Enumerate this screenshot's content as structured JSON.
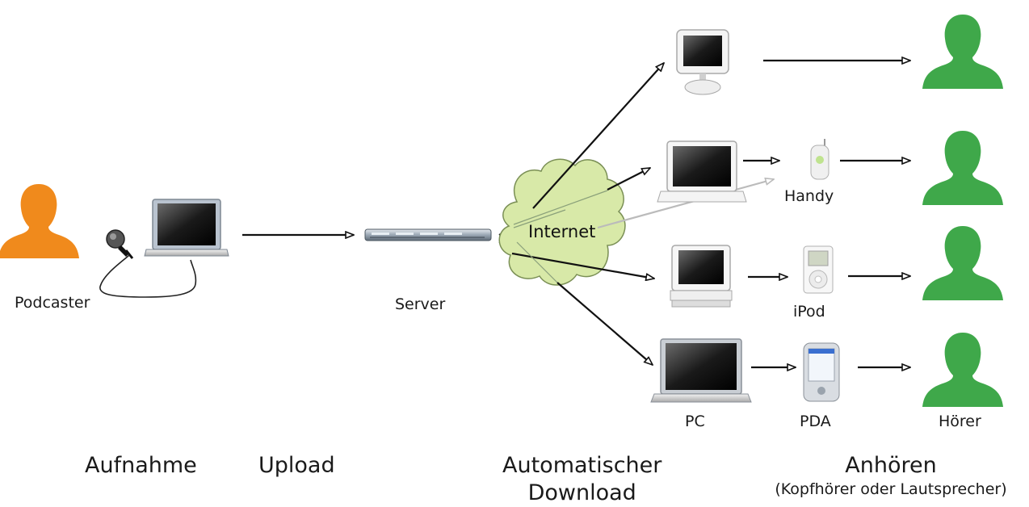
{
  "labels": {
    "podcaster": "Podcaster",
    "server": "Server",
    "internet": "Internet",
    "handy": "Handy",
    "ipod": "iPod",
    "pc": "PC",
    "pda": "PDA",
    "hoerer": "Hörer"
  },
  "stages": {
    "aufnahme": "Aufnahme",
    "upload": "Upload",
    "download_line1": "Automatischer",
    "download_line2": "Download",
    "anhoeren": "Anhören",
    "anhoeren_sub": "(Kopfhörer oder Lautsprecher)"
  },
  "colors": {
    "podcaster": "#f08a1c",
    "listener": "#3fa84a",
    "cloud_fill": "#d8e9a8",
    "cloud_stroke": "#7a8f55",
    "arrow": "#111111"
  },
  "icons": [
    "person-icon",
    "microphone-icon",
    "laptop-icon",
    "server-icon",
    "cloud-icon",
    "imac-icon",
    "ibook-icon",
    "mobile-phone-icon",
    "ipod-icon",
    "emac-icon",
    "powerbook-icon",
    "pda-icon"
  ]
}
